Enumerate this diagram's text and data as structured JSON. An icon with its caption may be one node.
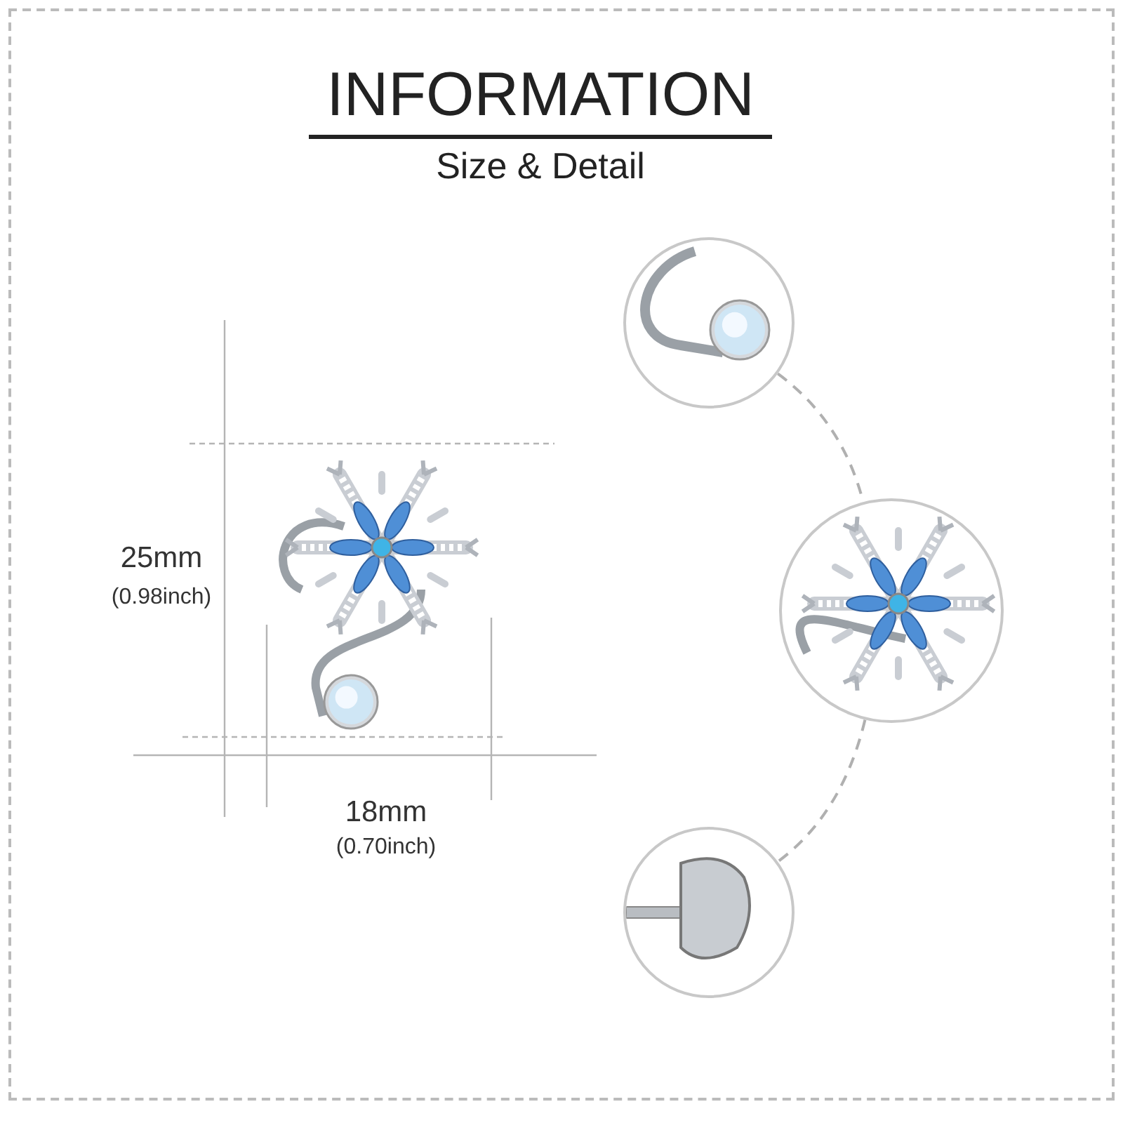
{
  "diagram": {
    "title": "INFORMATION",
    "caption": "Size & Detail",
    "nodes": [
      {
        "text": [],
        "shape": "picture"
      },
      {
        "text": [],
        "shape": "picture"
      },
      {
        "text": [],
        "shape": "picture"
      }
    ],
    "edges": [
      {
        "from": 0,
        "to": 1,
        "arrow": "none",
        "style": "dashed"
      },
      {
        "from": 1,
        "to": 2,
        "arrow": "none",
        "style": "dashed"
      }
    ],
    "labels": [
      "25mm",
      "(0.98inch)",
      "18mm",
      "(0.70inch)"
    ]
  }
}
